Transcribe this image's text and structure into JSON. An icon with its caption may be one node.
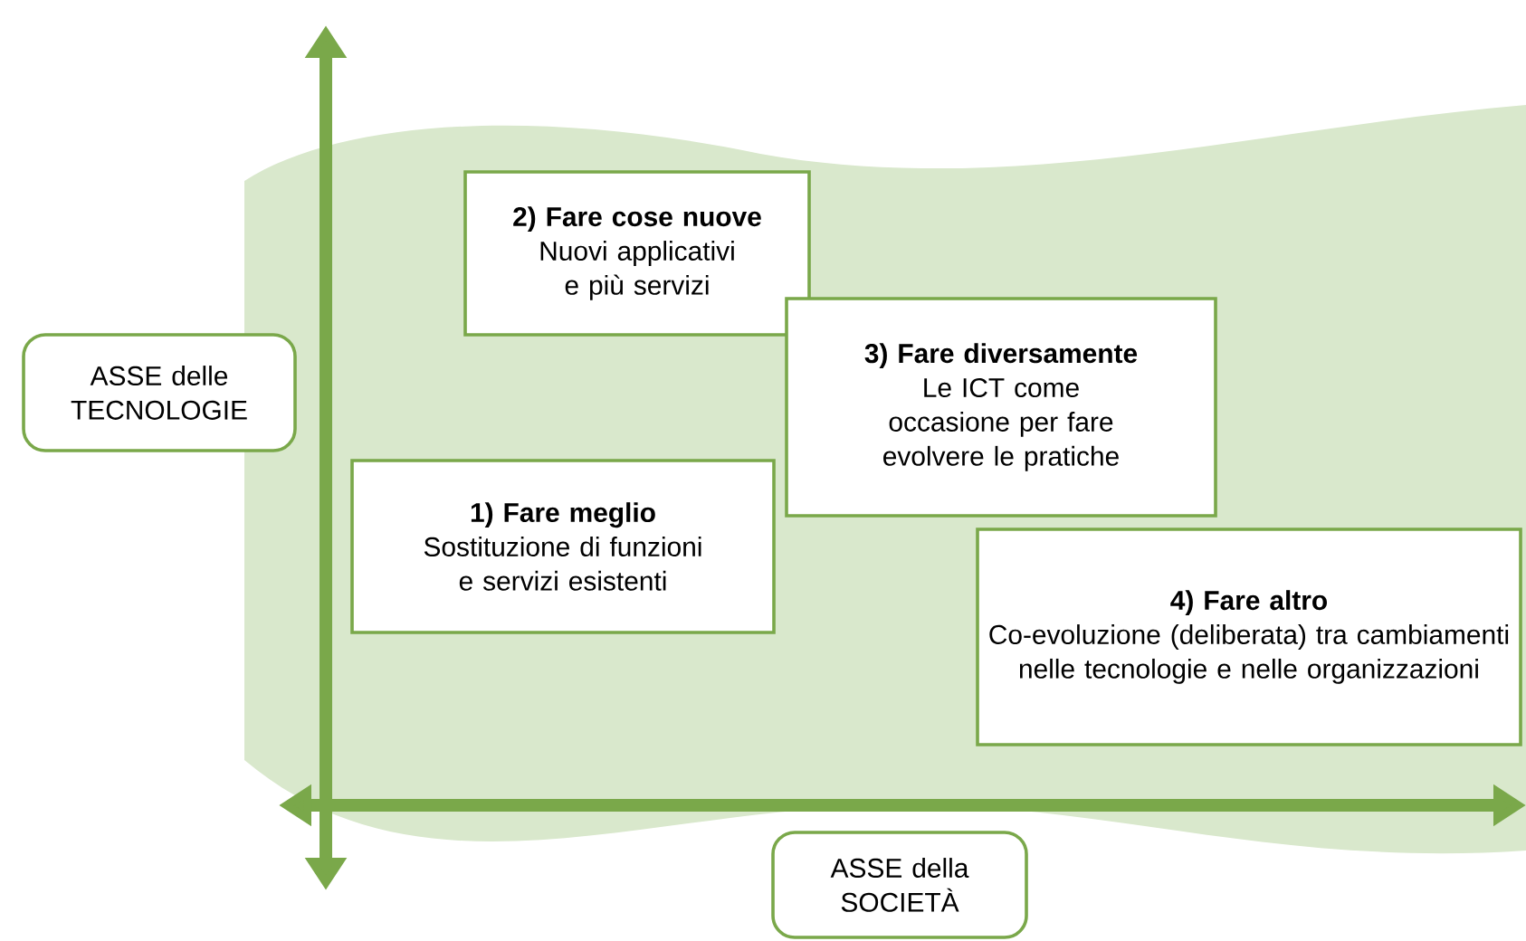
{
  "diagram": {
    "nodes": [
      {
        "text": [
          "ASSE delle TECNOLOGIE"
        ]
      },
      {
        "text": [
          "2) Fare cose nuove",
          "Nuovi applicativi e più servizi"
        ]
      },
      {
        "text": [
          "3) Fare diversamente",
          "Le ICT come occasione per fare evolvere le pratiche"
        ]
      },
      {
        "text": [
          "1) Fare meglio",
          "Sostituzione di funzioni e servizi esistenti"
        ]
      },
      {
        "text": [
          "4) Fare altro",
          "Co-evoluzione (deliberata) tra cambiamenti nelle tecnologie e nelle organizzazioni"
        ]
      },
      {
        "text": [
          "ASSE della SOCIETÀ"
        ]
      }
    ]
  }
}
